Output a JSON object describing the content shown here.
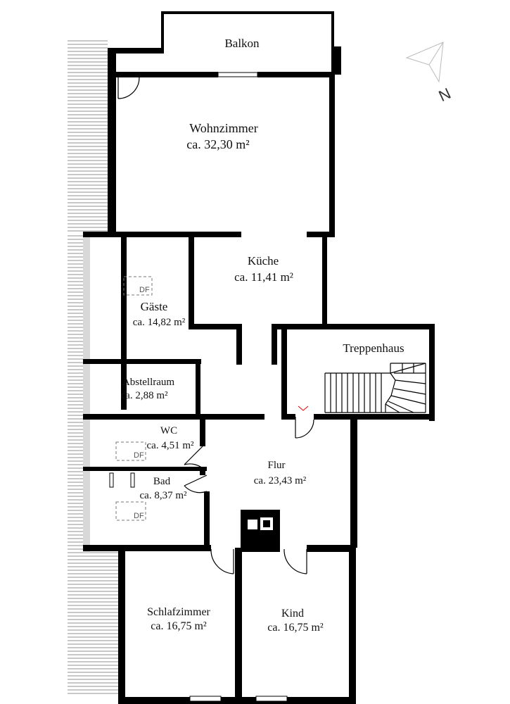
{
  "rooms": {
    "balkon": {
      "name": "Balkon"
    },
    "wohnzimmer": {
      "name": "Wohnzimmer",
      "area": "ca. 32,30 m²"
    },
    "kueche": {
      "name": "Küche",
      "area": "ca. 11,41 m²"
    },
    "gaeste": {
      "name": "Gäste",
      "area": "ca. 14,82 m²"
    },
    "treppenhaus": {
      "name": "Treppenhaus"
    },
    "abstellraum": {
      "name": "Abstellraum",
      "area": "ca. 2,88 m²"
    },
    "wc": {
      "name": "WC",
      "area": "ca. 4,51 m²"
    },
    "flur": {
      "name": "Flur",
      "area": "ca. 23,43 m²"
    },
    "bad": {
      "name": "Bad",
      "area": "ca. 8,37 m²"
    },
    "schlafzimmer": {
      "name": "Schlafzimmer",
      "area": "ca. 16,75 m²"
    },
    "kind": {
      "name": "Kind",
      "area": "ca. 16,75 m²"
    }
  },
  "markers": {
    "dachfenster": "DF"
  },
  "compass": {
    "north_label": "N"
  },
  "colors": {
    "wall": "#000000",
    "sloped_roof_hatch": "#c8c8c8",
    "background": "#ffffff"
  }
}
